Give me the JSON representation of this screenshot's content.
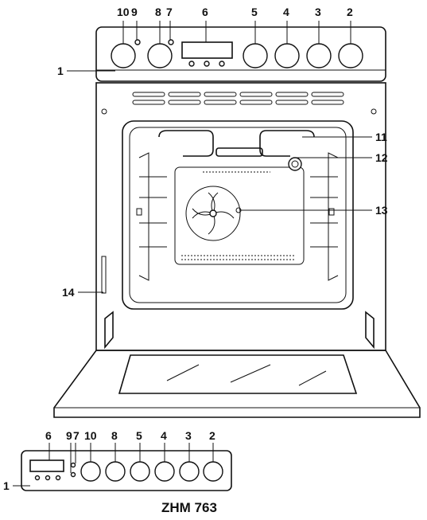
{
  "main_labels": {
    "l10": "10",
    "l9": "9",
    "l8": "8",
    "l7": "7",
    "l6": "6",
    "l5": "5",
    "l4": "4",
    "l3": "3",
    "l2": "2",
    "l1": "1",
    "l11": "11",
    "l12": "12",
    "l13": "13",
    "l14": "14"
  },
  "alt_panel_labels": {
    "l6": "6",
    "l9": "9",
    "l7": "7",
    "l10": "10",
    "l8": "8",
    "l5": "5",
    "l4": "4",
    "l3": "3",
    "l2": "2",
    "l1": "1"
  },
  "model_label": "ZHM 763"
}
